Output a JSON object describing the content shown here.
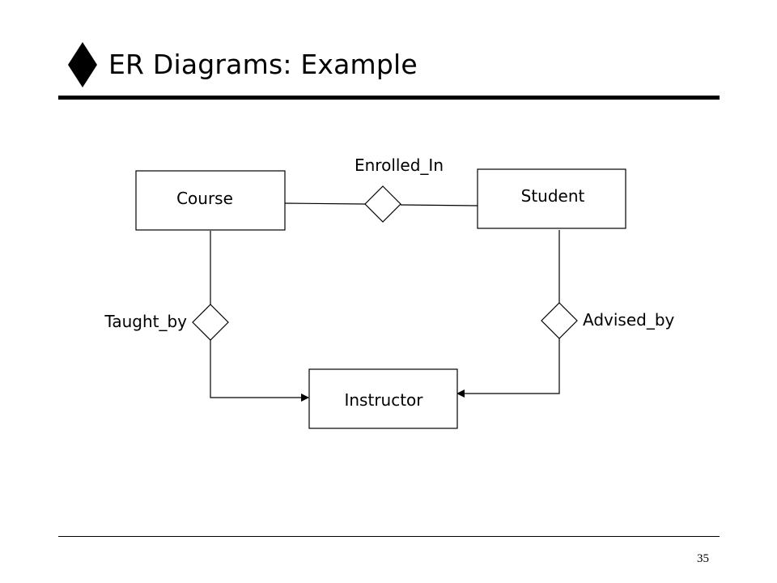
{
  "slide": {
    "title": "ER Diagrams: Example",
    "title_bullet_icon": "diamond-bullet-icon",
    "page_number": "35"
  },
  "diagram": {
    "entities": {
      "course": "Course",
      "student": "Student",
      "instructor": "Instructor"
    },
    "relationships": {
      "enrolled_in": "Enrolled_In",
      "taught_by": "Taught_by",
      "advised_by": "Advised_by"
    }
  }
}
